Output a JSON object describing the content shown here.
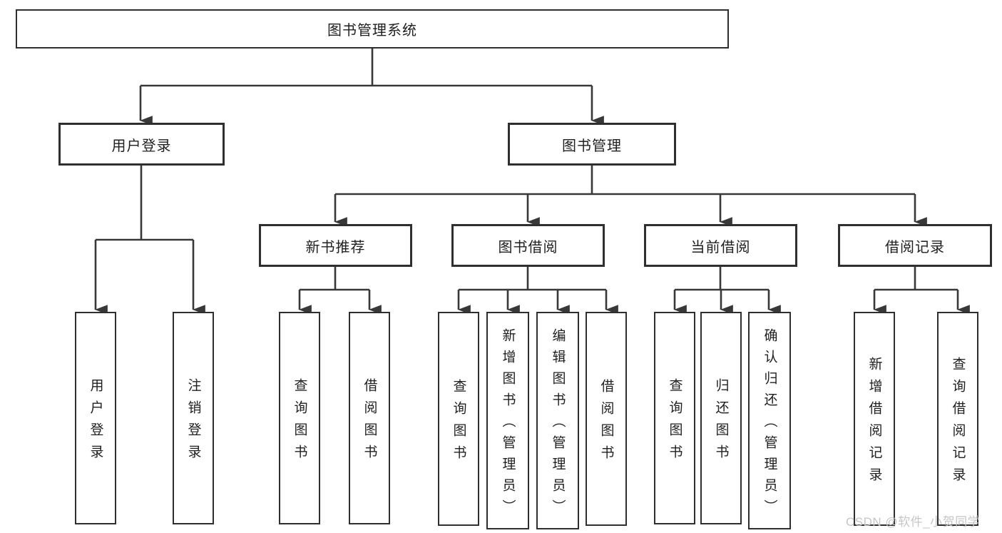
{
  "theme": {
    "line": "#383838",
    "text": "#1f1f1f",
    "watermark": "#c6c6c6",
    "bg": "#ffffff"
  },
  "watermark_text": "CSDN @软件_小贺同学",
  "chart_data": {
    "type": "tree-diagram",
    "title": "图书管理系统",
    "hierarchy": {
      "图书管理系统": {
        "用户登录": [
          "用户登录",
          "注销登录"
        ],
        "图书管理": {
          "新书推荐": [
            "查询图书",
            "借阅图书"
          ],
          "图书借阅": [
            "查询图书",
            "新增图书（管理员）",
            "编辑图书（管理员）",
            "借阅图书"
          ],
          "当前借阅": [
            "查询图书",
            "归还图书",
            "确认归还（管理员）"
          ],
          "借阅记录": [
            "新增借阅记录",
            "查询借阅记录"
          ]
        }
      }
    }
  },
  "tree": {
    "root": {
      "label": "图书管理系统"
    },
    "level2": [
      {
        "label": "用户登录"
      },
      {
        "label": "图书管理"
      }
    ],
    "user_login_children": [
      {
        "label": "用户登录"
      },
      {
        "label": "注销登录"
      }
    ],
    "level3": [
      {
        "label": "新书推荐"
      },
      {
        "label": "图书借阅"
      },
      {
        "label": "当前借阅"
      },
      {
        "label": "借阅记录"
      }
    ],
    "level4": {
      "new_book": [
        {
          "label": "查询图书"
        },
        {
          "label": "借阅图书"
        }
      ],
      "borrow": [
        {
          "label": "查询图书"
        },
        {
          "label": "新增图书（管理员）"
        },
        {
          "label": "编辑图书（管理员）"
        },
        {
          "label": "借阅图书"
        }
      ],
      "current": [
        {
          "label": "查询图书"
        },
        {
          "label": "归还图书"
        },
        {
          "label": "确认归还（管理员）"
        }
      ],
      "records": [
        {
          "label": "新增借阅记录"
        },
        {
          "label": "查询借阅记录"
        }
      ]
    }
  }
}
